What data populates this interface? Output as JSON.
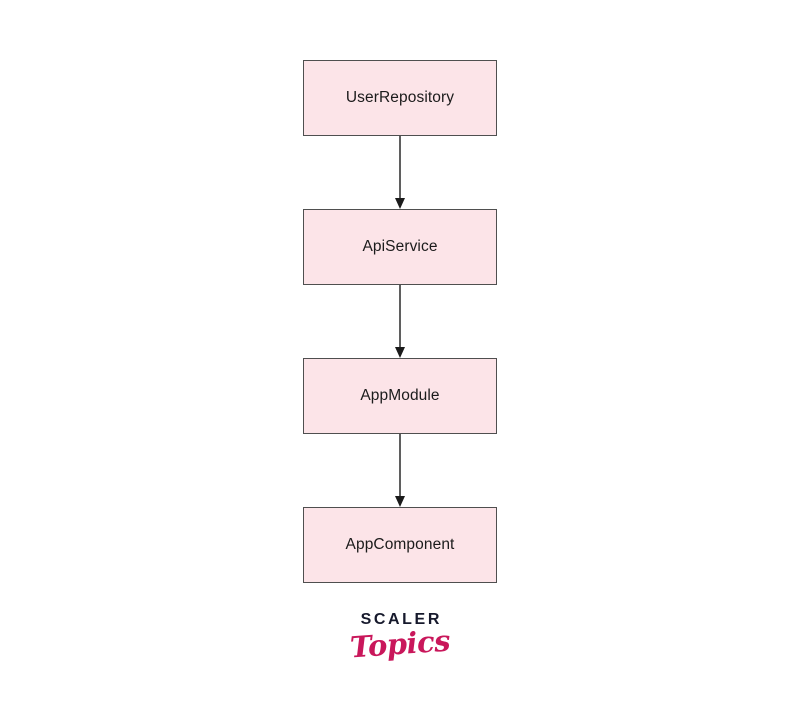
{
  "diagram": {
    "type": "flowchart",
    "orientation": "top-to-bottom",
    "background_color": "#ffffff",
    "node_fill_color": "#FCE4E8",
    "node_border_color": "#4f4f4f",
    "node_text_color": "#1b1b1b",
    "connector_color": "#1b1b1b",
    "nodes": [
      {
        "id": "user-repository",
        "label": "UserRepository"
      },
      {
        "id": "api-service",
        "label": "ApiService"
      },
      {
        "id": "app-module",
        "label": "AppModule"
      },
      {
        "id": "app-component",
        "label": "AppComponent"
      }
    ],
    "edges": [
      {
        "from": "UserRepository",
        "to": "ApiService",
        "arrow": "down"
      },
      {
        "from": "ApiService",
        "to": "AppModule",
        "arrow": "down"
      },
      {
        "from": "AppModule",
        "to": "AppComponent",
        "arrow": "down"
      }
    ]
  },
  "logo": {
    "primary_text": "SCALER",
    "secondary_text": "Topics",
    "primary_color": "#16192c",
    "secondary_color": "#C9175B"
  }
}
